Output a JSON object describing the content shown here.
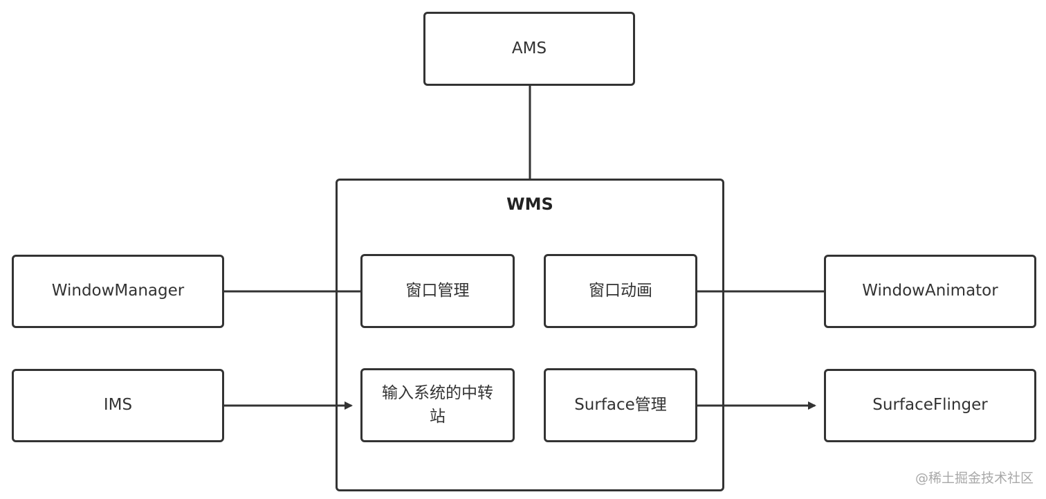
{
  "diagram": {
    "nodes": {
      "ams": "AMS",
      "wms": "WMS",
      "window_manager": "WindowManager",
      "ims": "IMS",
      "window_management": "窗口管理",
      "window_animation": "窗口动画",
      "input_relay": "输入系统的中转站",
      "surface_management": "Surface管理",
      "window_animator": "WindowAnimator",
      "surface_flinger": "SurfaceFlinger"
    },
    "edges": [
      {
        "from": "ams",
        "to": "wms",
        "arrow": false
      },
      {
        "from": "window_manager",
        "to": "window_management",
        "arrow": false
      },
      {
        "from": "window_animation",
        "to": "window_animator",
        "arrow": false
      },
      {
        "from": "ims",
        "to": "input_relay",
        "arrow": true
      },
      {
        "from": "surface_management",
        "to": "surface_flinger",
        "arrow": true
      }
    ],
    "colors": {
      "stroke": "#333333",
      "text": "#333333",
      "watermark": "#a8a8a8"
    }
  },
  "watermark": "@稀土掘金技术社区"
}
